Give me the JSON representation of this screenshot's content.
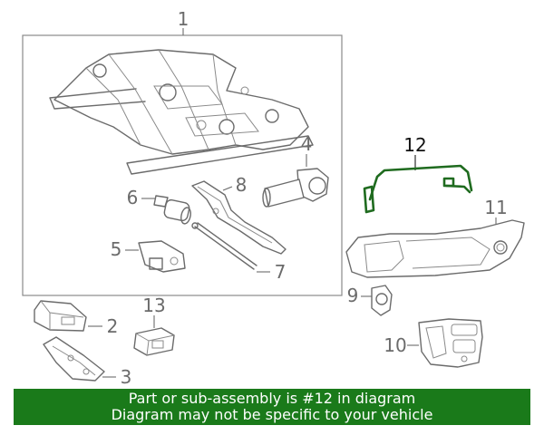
{
  "callouts": {
    "c1": "1",
    "c2": "2",
    "c3": "3",
    "c4": "4",
    "c5": "5",
    "c6": "6",
    "c7": "7",
    "c8": "8",
    "c9": "9",
    "c10": "10",
    "c11": "11",
    "c12": "12",
    "c13": "13"
  },
  "banner": {
    "line1": "Part or sub-assembly is #12 in diagram",
    "line2": "Diagram may not be specific to your vehicle"
  },
  "colors": {
    "highlight": "#1f6b1f",
    "banner_bg": "#1a7a1a",
    "line": "#6b6b6b"
  }
}
